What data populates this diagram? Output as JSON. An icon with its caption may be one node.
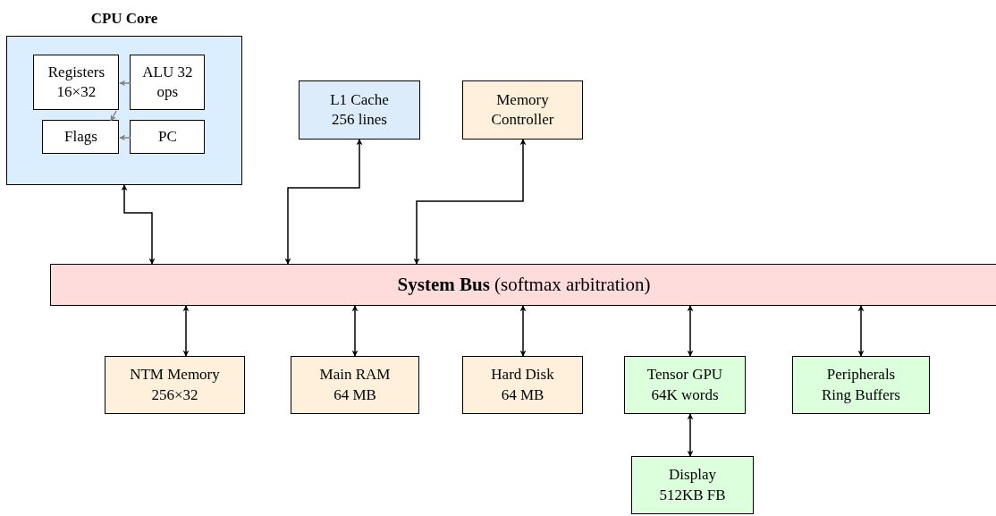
{
  "diagram": {
    "nodes": [
      {
        "text": [
          "CPU Core"
        ]
      },
      {
        "text": [
          "Registers 16×32"
        ],
        "in": 0
      },
      {
        "text": [
          "ALU 32 ops"
        ],
        "in": 0
      },
      {
        "text": [
          "Flags"
        ],
        "in": 0
      },
      {
        "text": [
          "PC"
        ],
        "in": 0
      },
      {
        "text": [
          "L1 Cache 256 lines"
        ]
      },
      {
        "text": [
          "Memory Controller"
        ]
      },
      {
        "text": [
          "**System Bus** (softmax arbitration)"
        ]
      },
      {
        "text": [
          "NTM Memory 256×32"
        ]
      },
      {
        "text": [
          "Main RAM 64 MB"
        ]
      },
      {
        "text": [
          "Hard Disk 64 MB"
        ]
      },
      {
        "text": [
          "Tensor GPU 64K words"
        ]
      },
      {
        "text": [
          "Peripherals Ring Buffers"
        ]
      },
      {
        "text": [
          "Display 512KB FB"
        ]
      }
    ],
    "edges": [
      {
        "from": 0,
        "to": 7,
        "arrow": "both"
      },
      {
        "from": 5,
        "to": 7,
        "arrow": "both"
      },
      {
        "from": 6,
        "to": 7,
        "arrow": "both"
      },
      {
        "from": 7,
        "to": 8,
        "arrow": "both"
      },
      {
        "from": 7,
        "to": 9,
        "arrow": "both"
      },
      {
        "from": 7,
        "to": 10,
        "arrow": "both"
      },
      {
        "from": 7,
        "to": 11,
        "arrow": "both"
      },
      {
        "from": 7,
        "to": 12,
        "arrow": "both"
      },
      {
        "from": 11,
        "to": 13,
        "arrow": "both"
      },
      {
        "from": 2,
        "to": 1,
        "arrow": "to",
        "color": "#808080"
      },
      {
        "from": 1,
        "to": 3,
        "arrow": "to",
        "color": "#808080"
      },
      {
        "from": 4,
        "to": 3,
        "arrow": "to",
        "color": "#808080"
      }
    ]
  }
}
